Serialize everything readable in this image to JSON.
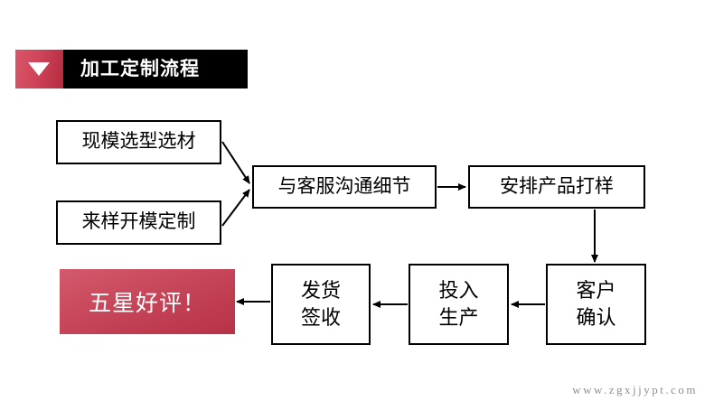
{
  "header": {
    "title": "加工定制流程",
    "marker_icon": "triangle-down-icon",
    "accent_color": "#c9485b",
    "bar_color": "#000000"
  },
  "flow": {
    "nodes": [
      {
        "id": "b1",
        "label": "现模选型选材",
        "style": "outline"
      },
      {
        "id": "b2",
        "label": "来样开模定制",
        "style": "outline"
      },
      {
        "id": "b3",
        "label": "与客服沟通细节",
        "style": "outline"
      },
      {
        "id": "b4",
        "label": "安排产品打样",
        "style": "outline"
      },
      {
        "id": "b5",
        "label": "客户\n确认",
        "style": "outline"
      },
      {
        "id": "b6",
        "label": "投入\n生产",
        "style": "outline"
      },
      {
        "id": "b7",
        "label": "发货\n签收",
        "style": "outline"
      },
      {
        "id": "b8",
        "label": "五星好评！",
        "style": "filled-red"
      }
    ],
    "edges": [
      {
        "from": "b1",
        "to": "b3",
        "direction": "diagonal-down-right"
      },
      {
        "from": "b2",
        "to": "b3",
        "direction": "diagonal-up-right"
      },
      {
        "from": "b3",
        "to": "b4",
        "direction": "right"
      },
      {
        "from": "b4",
        "to": "b5",
        "direction": "down"
      },
      {
        "from": "b5",
        "to": "b6",
        "direction": "left"
      },
      {
        "from": "b6",
        "to": "b7",
        "direction": "left"
      },
      {
        "from": "b7",
        "to": "b8",
        "direction": "left"
      }
    ],
    "line_color": "#000000"
  },
  "watermark": {
    "text": "www.zgxjjypt.com",
    "color": "#8e8e8e"
  }
}
